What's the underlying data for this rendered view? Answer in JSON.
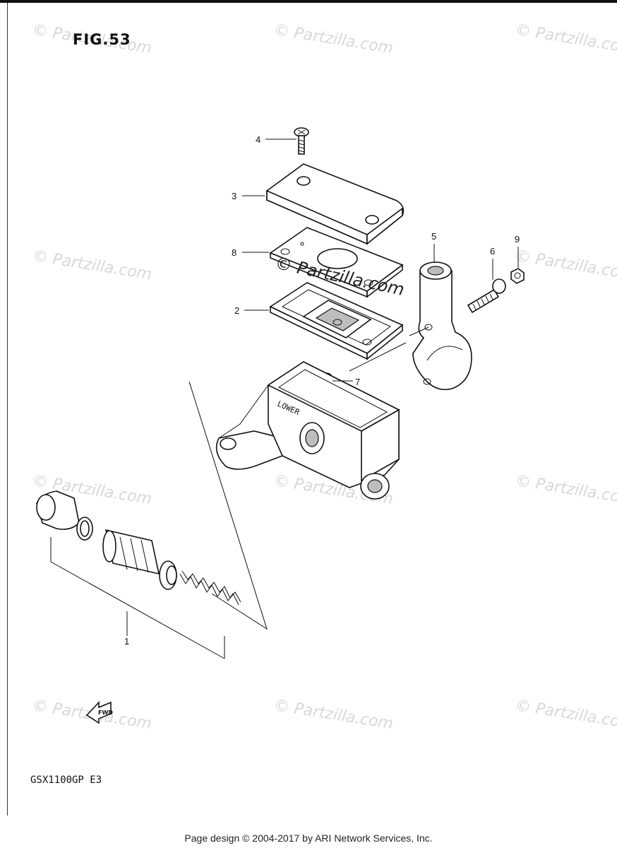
{
  "figure": {
    "title": "FIG.53",
    "model_code": "GSX1100GP  E3",
    "footer": "Page design © 2004-2017 by ARI Network Services, Inc.",
    "watermark_text": "© Partzilla.com",
    "center_watermark_text": "© Partzilla.com",
    "body_label": "LOWER",
    "fwd_label": "FWD"
  },
  "callouts": [
    {
      "label": "1"
    },
    {
      "label": "2"
    },
    {
      "label": "3"
    },
    {
      "label": "4"
    },
    {
      "label": "5"
    },
    {
      "label": "6"
    },
    {
      "label": "7"
    },
    {
      "label": "8"
    },
    {
      "label": "9"
    }
  ]
}
